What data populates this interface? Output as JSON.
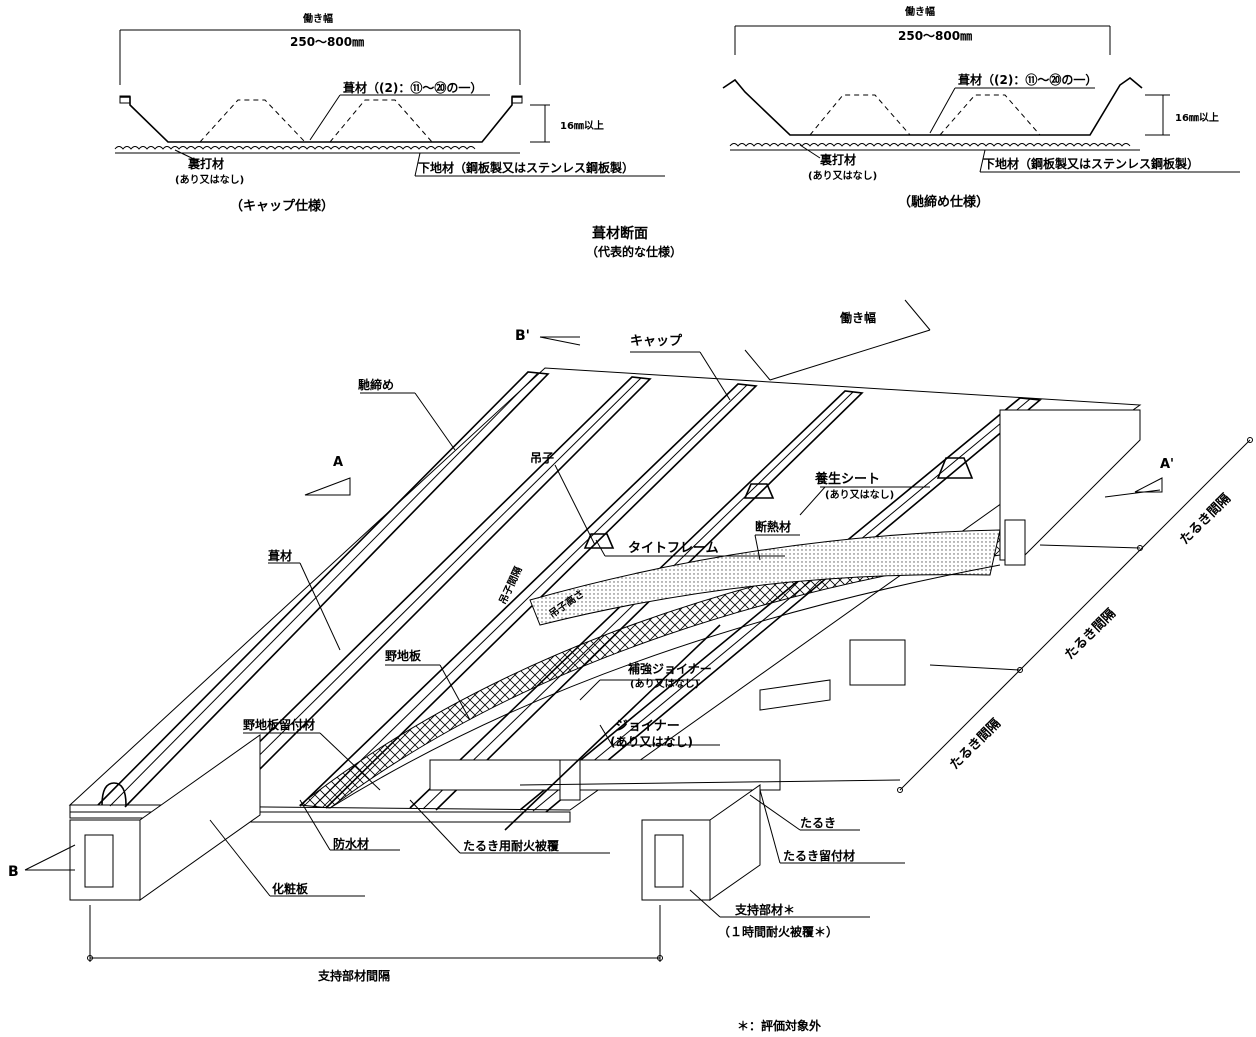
{
  "section_cap": {
    "working_width": "働き幅",
    "width_range": "250～800㎜",
    "roofing": "葺材（(2)：⑪～⑳の一）",
    "height": "16㎜以上",
    "backing": "裏打材",
    "backing_note": "(あり又はなし)",
    "base": "下地材（鋼板製又はステンレス鋼板製）",
    "caption": "（キャップ仕様）"
  },
  "section_seam": {
    "working_width": "働き幅",
    "width_range": "250～800㎜",
    "roofing": "葺材（(2)：⑪～⑳の一）",
    "height": "16㎜以上",
    "backing": "裏打材",
    "backing_note": "(あり又はなし)",
    "base": "下地材（鋼板製又はステンレス鋼板製）",
    "caption": "（馳締め仕様）"
  },
  "section_title": "葺材断面",
  "section_subtitle": "（代表的な仕様）",
  "labels": {
    "b_prime": "B'",
    "cap": "キャップ",
    "working_width": "働き幅",
    "seam": "馳締め",
    "a": "A",
    "a_prime": "A'",
    "clip": "吊子",
    "curing_sheet": "養生シート",
    "curing_note": "(あり又はなし)",
    "insulation": "断熱材",
    "clip_spacing": "吊子間隔",
    "tight_frame": "タイトフレーム",
    "clip_height": "吊子高さ",
    "roofing": "葺材",
    "rafter_spacing": "たるき間隔",
    "sheathing": "野地板",
    "reinforce_joiner": "補強ジョイナー",
    "reinforce_note": "(あり又はなし)",
    "sheathing_fastener": "野地板留付材",
    "joiner": "ジョイナー",
    "joiner_note": "(あり又はなし)",
    "b": "B",
    "waterproof": "防水材",
    "rafter_fireproof": "たるき用耐火被覆",
    "rafter": "たるき",
    "rafter_fastener": "たるき留付材",
    "decorative_board": "化粧板",
    "support_member": "支持部材＊",
    "support_note": "（１時間耐火被覆＊）",
    "support_spacing": "支持部材間隔",
    "footnote": "＊：評価対象外"
  }
}
